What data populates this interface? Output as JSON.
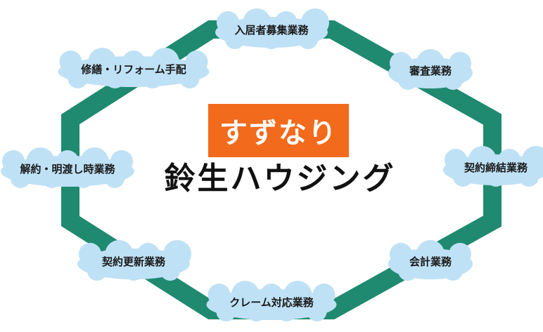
{
  "brand": {
    "badge_text": "すずなり",
    "company_name": "鈴生ハウジング",
    "badge_color": "#f26a1b"
  },
  "ring_color": "#1f8a70",
  "cloud_color": "#bfe1f5",
  "nodes": [
    {
      "id": "recruit",
      "label": "入居者募集業務"
    },
    {
      "id": "review",
      "label": "審査業務"
    },
    {
      "id": "contract",
      "label": "契約締結業務"
    },
    {
      "id": "account",
      "label": "会計業務"
    },
    {
      "id": "claim",
      "label": "クレーム対応業務"
    },
    {
      "id": "renewal",
      "label": "契約更新業務"
    },
    {
      "id": "cancel",
      "label": "解約・明渡し時業務"
    },
    {
      "id": "repair",
      "label": "修繕・リフォーム手配"
    }
  ]
}
